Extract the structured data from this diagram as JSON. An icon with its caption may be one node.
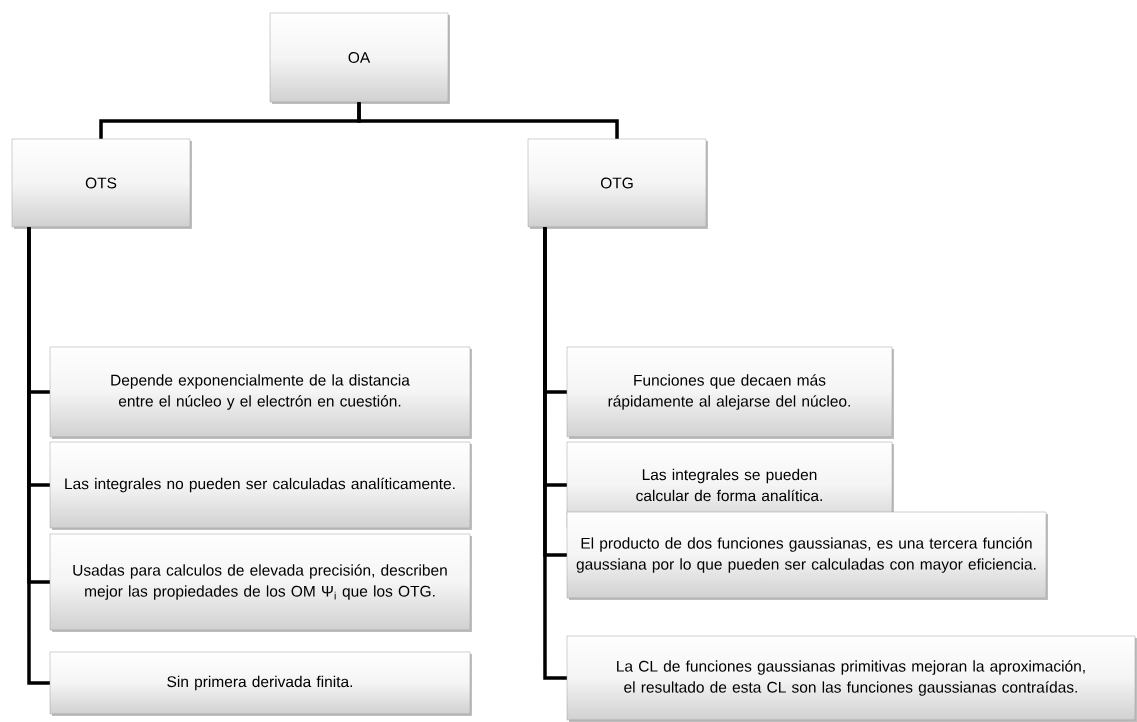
{
  "diagram": {
    "nodes": [
      {
        "text": [
          "OA"
        ]
      },
      {
        "text": [
          "OTS"
        ]
      },
      {
        "text": [
          "OTG"
        ]
      },
      {
        "text": [
          "Depende exponencialmente de la distancia entre el núcleo y el electrón en cuestión."
        ]
      },
      {
        "text": [
          "Las integrales no pueden ser calculadas analíticamente."
        ]
      },
      {
        "text": [
          "Usadas para calculos de elevada precisión, describen mejor las propiedades de los OM Ψ$_{i}$ que los OTG."
        ]
      },
      {
        "text": [
          "Sin primera derivada finita."
        ]
      },
      {
        "text": [
          "Funciones que decaen más rápidamente al alejarse del núcleo."
        ]
      },
      {
        "text": [
          "Las integrales se pueden calcular de forma analítica."
        ]
      },
      {
        "text": [
          "El producto de dos funciones gaussianas, es una tercera función gaussiana por lo que pueden ser calculadas con mayor eficiencia."
        ]
      },
      {
        "text": [
          "La CL de funciones gaussianas primitivas mejoran la aproximación, el resultado de esta CL son las funciones gaussianas contraídas."
        ]
      }
    ],
    "edges": [
      {
        "from": 0,
        "to": 1,
        "arrow": "none"
      },
      {
        "from": 0,
        "to": 2,
        "arrow": "none"
      },
      {
        "from": 1,
        "to": 3,
        "arrow": "none"
      },
      {
        "from": 1,
        "to": 4,
        "arrow": "none"
      },
      {
        "from": 1,
        "to": 5,
        "arrow": "none"
      },
      {
        "from": 1,
        "to": 6,
        "arrow": "none"
      },
      {
        "from": 2,
        "to": 7,
        "arrow": "none"
      },
      {
        "from": 2,
        "to": 8,
        "arrow": "none"
      },
      {
        "from": 2,
        "to": 9,
        "arrow": "none"
      },
      {
        "from": 2,
        "to": 10,
        "arrow": "none"
      }
    ]
  }
}
